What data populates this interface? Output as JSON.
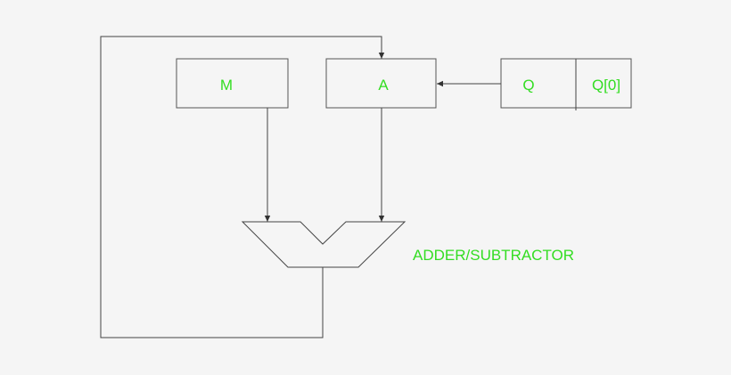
{
  "diagram": {
    "registers": {
      "m": "M",
      "a": "A",
      "q": "Q",
      "q0": "Q[0]"
    },
    "unit_label": "ADDER/SUBTRACTOR",
    "colors": {
      "label": "#33dd22",
      "line": "#444444",
      "background": "#f5f5f5"
    }
  }
}
